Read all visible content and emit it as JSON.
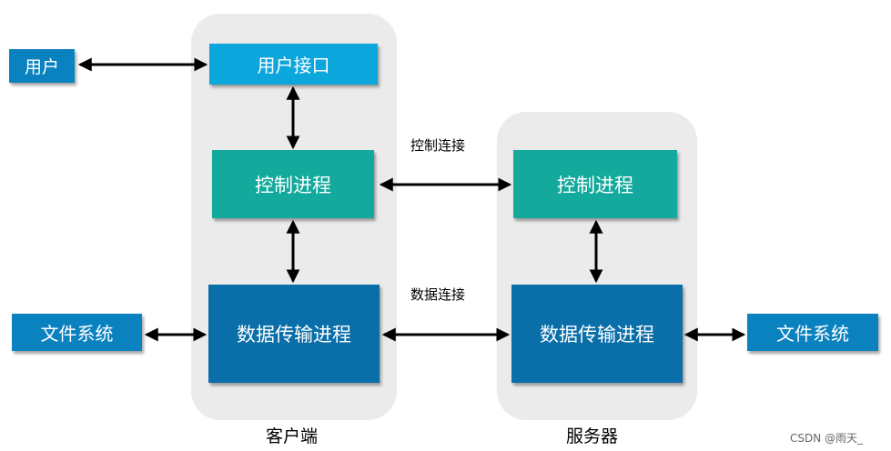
{
  "colors": {
    "panel": "#ebebeb",
    "light_blue": "#0ba6dc",
    "teal": "#13a99c",
    "dark_blue": "#0a6ea9",
    "mid_blue": "#0b82c0",
    "arrow": "#000000"
  },
  "client_panel_label": "客户端",
  "server_panel_label": "服务器",
  "left_user_box": "用户",
  "client_user_interface": "用户接口",
  "client_control_process": "控制进程",
  "client_data_process": "数据传输进程",
  "left_file_system": "文件系统",
  "control_connection_label": "控制连接",
  "data_connection_label": "数据连接",
  "server_control_process": "控制进程",
  "server_data_process": "数据传输进程",
  "right_file_system": "文件系统",
  "watermark": "CSDN @雨天_"
}
